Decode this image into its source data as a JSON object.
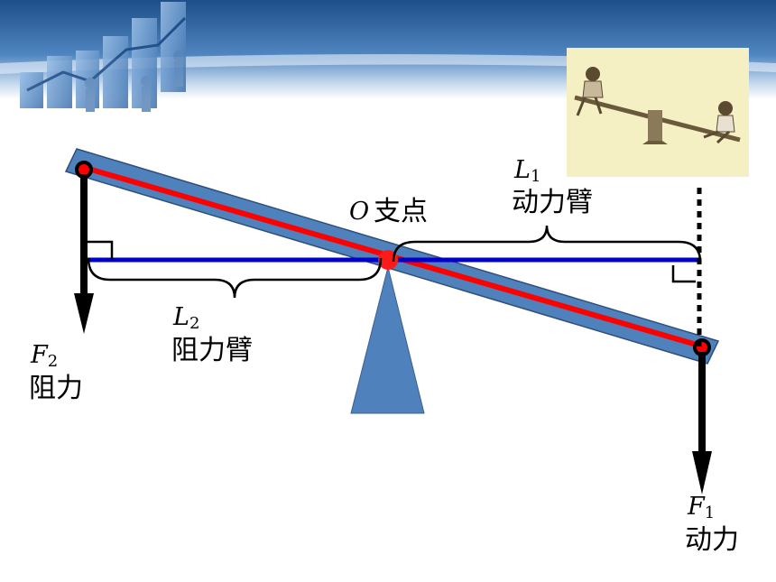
{
  "colors": {
    "banner_top": "#1e4f8a",
    "banner_mid": "#5b8fc7",
    "lever_fill": "#4f81bd",
    "lever_stroke": "#2f4f7a",
    "lever_line": "#ff0000",
    "arm_line": "#0000cc",
    "force_arrow": "#000000",
    "photo_bg": "#f5f0c3"
  },
  "icons": {
    "banner": "bar-chart-people-banner-icon",
    "photo": "seesaw-children-photo-icon"
  },
  "labels": {
    "fulcrum_symbol": "O",
    "fulcrum_text": "支点",
    "l1_symbol": "L",
    "l1_sub": "1",
    "l1_text": "动力臂",
    "l2_symbol": "L",
    "l2_sub": "2",
    "l2_text": "阻力臂",
    "f1_symbol": "F",
    "f1_sub": "1",
    "f1_text": "动力",
    "f2_symbol": "F",
    "f2_sub": "2",
    "f2_text": "阻力"
  }
}
